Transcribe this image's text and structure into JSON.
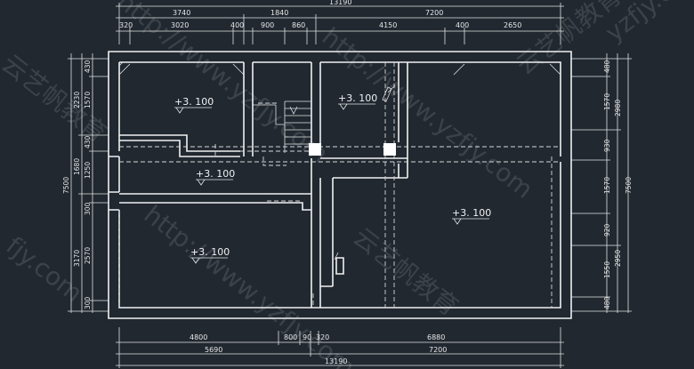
{
  "dims": {
    "top_total": "13190",
    "top_mid": [
      "3740",
      "1840",
      "7200"
    ],
    "top_seg": [
      "320",
      "3020",
      "400",
      "900",
      "860",
      "4150",
      "400",
      "2650"
    ],
    "bot_mid": [
      "4800",
      "800",
      "90",
      "320",
      "6880"
    ],
    "bot_sub": [
      "5690",
      "7200"
    ],
    "bot_total": "13190",
    "left_a": [
      "430",
      "1570",
      "430",
      "1250",
      "300",
      "2570",
      "300"
    ],
    "left_b": [
      "2230",
      "1680",
      "3170"
    ],
    "left_total": "7500",
    "right_a": [
      "480",
      "1570",
      "930",
      "1570",
      "920",
      "1550",
      "480"
    ],
    "right_b": [
      "2980",
      "2950"
    ],
    "right_total": "7500"
  },
  "levels": [
    "+3. 100",
    "+3. 100",
    "+3. 100",
    "+3. 100",
    "+3. 100"
  ],
  "watermarks": [
    "http://www.yzfjy.com",
    "云艺帆教育",
    "http://www.yzfjy.com",
    "云艺帆教育",
    "yzfjy.com",
    "fjy.com",
    "云艺帆教育",
    "http://www.yzfjy.com"
  ]
}
